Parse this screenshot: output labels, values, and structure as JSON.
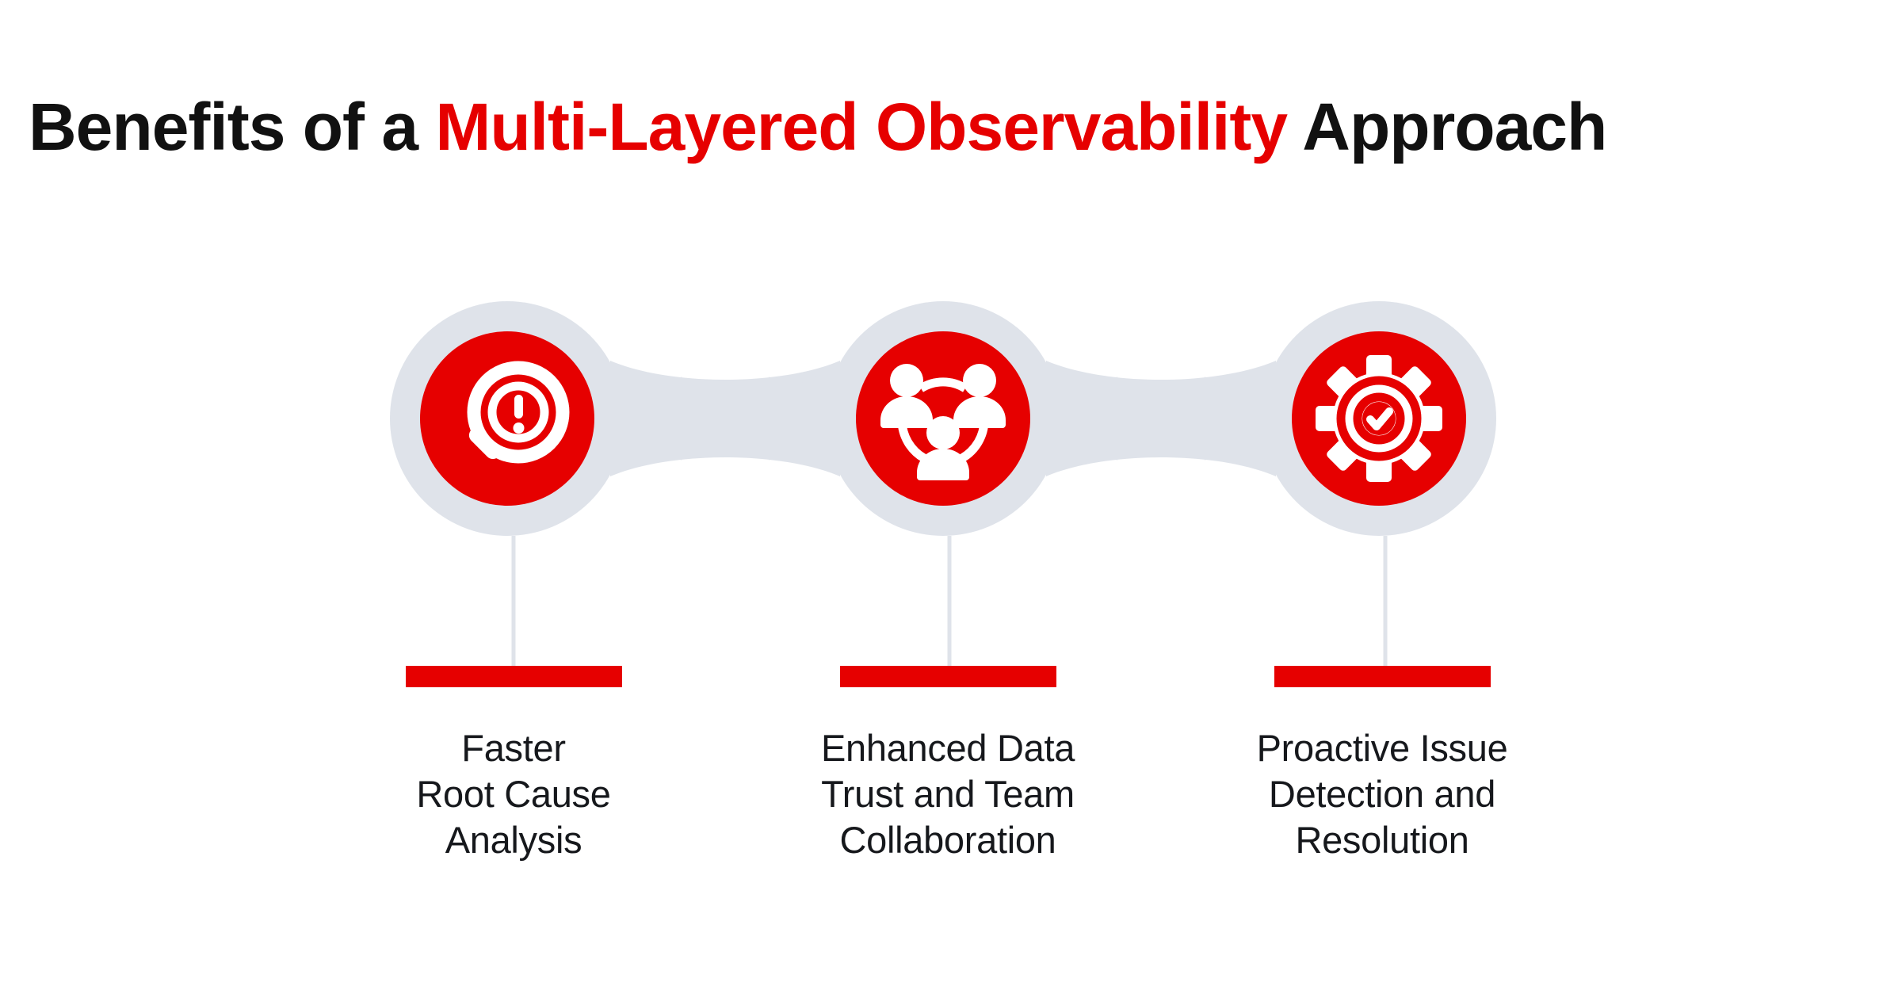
{
  "page": {
    "background_color": "#ffffff",
    "accent_color": "#e60000",
    "blob_color": "#dfe3ea",
    "text_color": "#16181c",
    "connector_color": "#dfe3ea"
  },
  "title": {
    "part1": "Benefits of a ",
    "accent": "Multi-Layered Observability",
    "part2": " Approach",
    "full": "Benefits of a Multi-Layered Observability Approach"
  },
  "items": [
    {
      "id": "faster-root-cause-analysis",
      "icon": "magnifier-alert-icon",
      "icon_description": "magnifying glass with exclamation mark",
      "lines": [
        "Faster",
        "Root Cause",
        "Analysis"
      ],
      "label": "Faster Root Cause Analysis",
      "bar_color": "#e60000"
    },
    {
      "id": "enhanced-data-trust-and-team-collaboration",
      "icon": "people-network-icon",
      "icon_description": "three people connected in a circle",
      "lines": [
        "Enhanced Data",
        "Trust and Team",
        "Collaboration"
      ],
      "label": "Enhanced Data Trust and Team Collaboration",
      "bar_color": "#e60000"
    },
    {
      "id": "proactive-issue-detection-and-resolution",
      "icon": "gear-check-icon",
      "icon_description": "gear with check mark inside concentric rings",
      "lines": [
        "Proactive Issue",
        "Detection and",
        "Resolution"
      ],
      "label": "Proactive Issue Detection and Resolution",
      "bar_color": "#e60000"
    }
  ]
}
